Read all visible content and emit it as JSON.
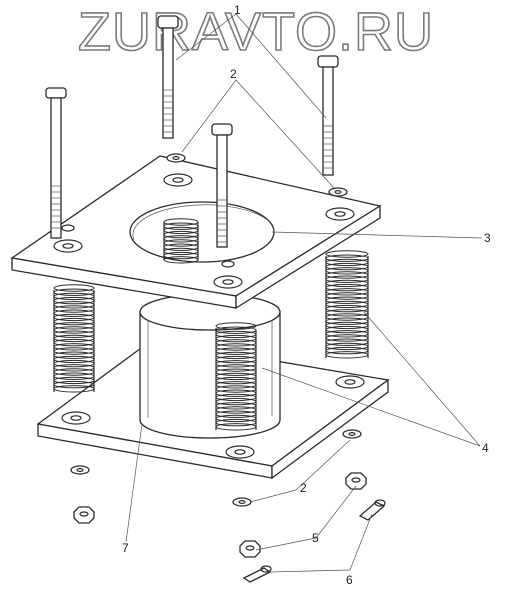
{
  "watermark": {
    "text": "ZURAVTO.RU"
  },
  "callouts": [
    {
      "id": "1",
      "label": "1"
    },
    {
      "id": "2a",
      "label": "2"
    },
    {
      "id": "3",
      "label": "3"
    },
    {
      "id": "4",
      "label": "4"
    },
    {
      "id": "2b",
      "label": "2"
    },
    {
      "id": "5",
      "label": "5"
    },
    {
      "id": "6",
      "label": "6"
    },
    {
      "id": "7",
      "label": "7"
    }
  ]
}
